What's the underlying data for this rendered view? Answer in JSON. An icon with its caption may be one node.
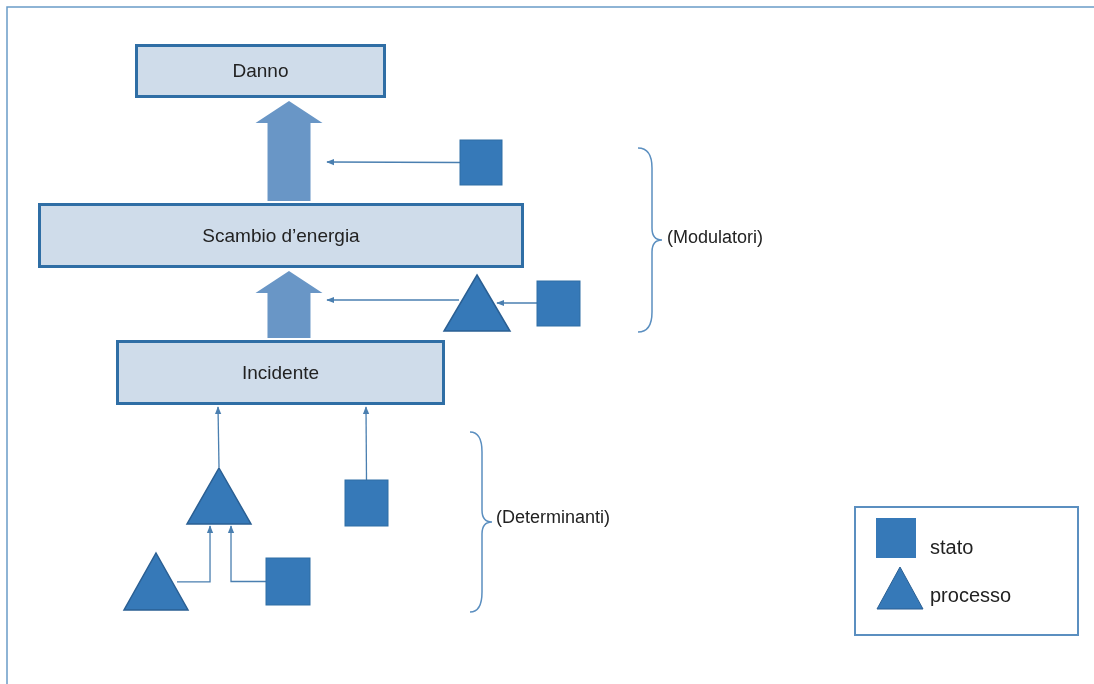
{
  "diagram": {
    "nodes": [
      {
        "text": [
          "Danno"
        ]
      },
      {
        "text": [
          "Scambio d’energia"
        ]
      },
      {
        "text": [
          "Incidente"
        ]
      },
      {
        "text": [],
        "shape": "box"
      },
      {
        "text": [],
        "shape": "triangle"
      },
      {
        "text": [],
        "shape": "box"
      },
      {
        "text": [],
        "shape": "triangle"
      },
      {
        "text": [],
        "shape": "box"
      },
      {
        "text": [],
        "shape": "triangle"
      },
      {
        "text": [],
        "shape": "box"
      }
    ],
    "edges": [
      {
        "from": 1,
        "to": 0,
        "arrow": "to",
        "style": "thick"
      },
      {
        "from": 3,
        "to": null,
        "arrow": "to"
      },
      {
        "from": 2,
        "to": 1,
        "arrow": "to",
        "style": "thick"
      },
      {
        "from": 4,
        "to": null,
        "arrow": "to"
      },
      {
        "from": 5,
        "to": 4,
        "arrow": "to"
      },
      {
        "from": 6,
        "to": 2,
        "arrow": "to"
      },
      {
        "from": 7,
        "to": 2,
        "arrow": "to"
      },
      {
        "from": 8,
        "to": 6,
        "arrow": "to"
      },
      {
        "from": 9,
        "to": 6,
        "arrow": "to"
      }
    ],
    "labels": [
      "(Modulatori)",
      "(Determinanti)"
    ],
    "legend": [
      {
        "text": "stato"
      },
      {
        "text": "processo"
      }
    ]
  }
}
